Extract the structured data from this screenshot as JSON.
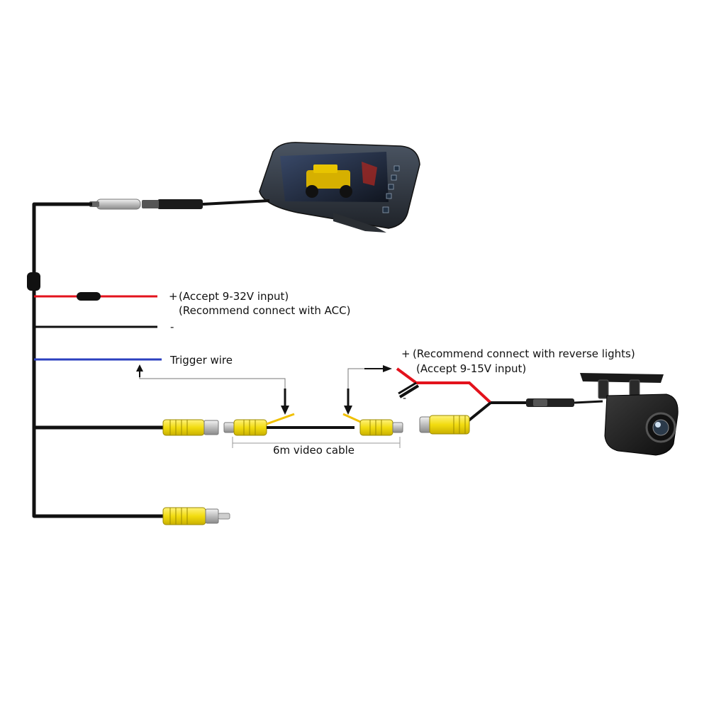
{
  "title": "Rear view mirror monitor and reversing camera wiring diagram",
  "labels": {
    "acc_plus": "+",
    "acc_line1": "(Accept 9-32V input)",
    "acc_line2": "(Recommend connect with ACC)",
    "ground": "-",
    "trigger": "Trigger wire",
    "video_cable": "6m video cable",
    "camera_plus": "+",
    "camera_line1": "(Recommend connect with reverse lights)",
    "camera_line2": "(Accept 9-15V input)",
    "camera_minus": "-"
  },
  "colors": {
    "power_wire": "#e3121c",
    "ground_wire": "#111111",
    "trigger_wire": "#2b3fbf",
    "rca_yellow": "#f5e21a",
    "rca_body": "#e9d20d",
    "metal": "#c7c7c7",
    "camera_body": "#1c1c1c"
  },
  "icons": {
    "monitor": "mirror-monitor-icon",
    "camera": "reverse-camera-icon"
  }
}
